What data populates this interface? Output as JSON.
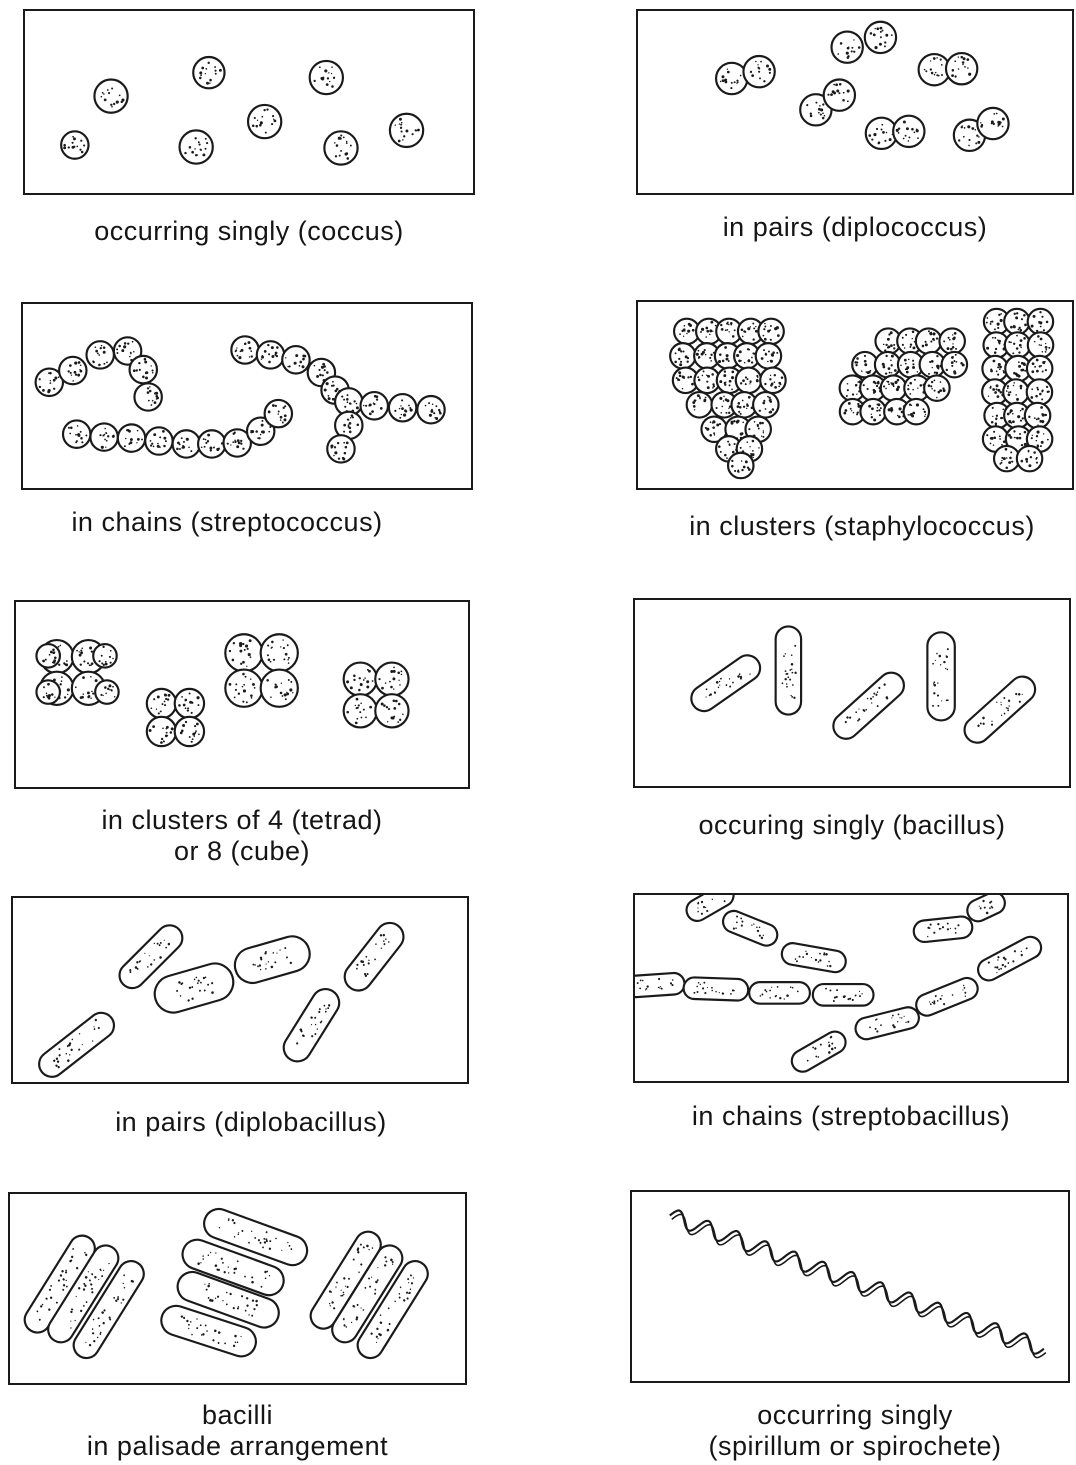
{
  "figure": {
    "panels": [
      {
        "id": "coccus",
        "caption_lines": [
          "occurring singly (coccus)"
        ]
      },
      {
        "id": "diplococcus",
        "caption_lines": [
          "in pairs (diplococcus)"
        ]
      },
      {
        "id": "streptococcus",
        "caption_lines": [
          "in chains (streptococcus)"
        ]
      },
      {
        "id": "staphylococcus",
        "caption_lines": [
          "in clusters (staphylococcus)"
        ]
      },
      {
        "id": "tetrad",
        "caption_lines": [
          "in clusters of 4 (tetrad)",
          "or 8 (cube)"
        ]
      },
      {
        "id": "bacillus",
        "caption_lines": [
          "occuring singly (bacillus)"
        ]
      },
      {
        "id": "diplobacillus",
        "caption_lines": [
          "in pairs (diplobacillus)"
        ]
      },
      {
        "id": "streptobacillus",
        "caption_lines": [
          "in chains (streptobacillus)"
        ]
      },
      {
        "id": "palisade",
        "caption_lines": [
          "bacilli",
          "in palisade arrangement"
        ]
      },
      {
        "id": "spirillum",
        "caption_lines": [
          "occurring singly",
          "(spirillum or spirochete)"
        ]
      }
    ]
  }
}
